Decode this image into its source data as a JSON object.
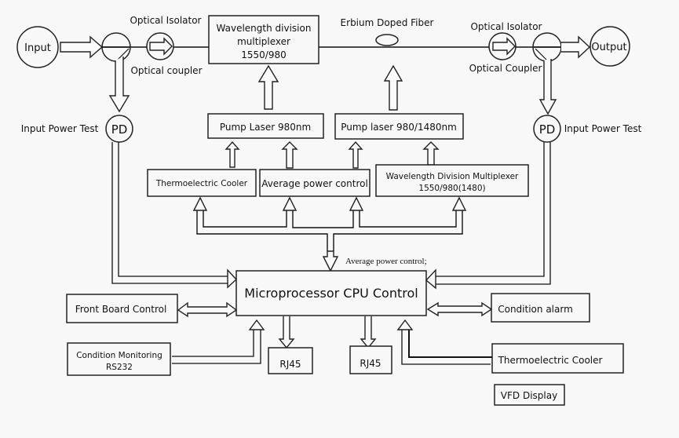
{
  "diagram": {
    "input_node": "Input",
    "output_node": "Output",
    "optical_isolator_left": "Optical Isolator",
    "optical_coupler_left": "Optical coupler",
    "optical_isolator_right": "Optical Isolator",
    "optical_coupler_right": "Optical Coupler",
    "wdm_top": [
      "Wavelength division",
      "multiplexer",
      "1550/980"
    ],
    "erbium_fiber": "Erbium Doped Fiber",
    "pd_left": "PD",
    "pd_right": "PD",
    "input_power_test_left": "Input Power Test",
    "input_power_test_right": "Input Power Test",
    "pump_laser_980": "Pump Laser 980nm",
    "pump_laser_980_1480": "Pump laser 980/1480nm",
    "thermoelectric_cooler_top": "Thermoelectric Cooler",
    "average_power_control_box": "Average power control",
    "wdm_mid": [
      "Wavelength Division Multiplexer",
      "1550/980(1480)"
    ],
    "average_power_control_label": "Average power control;",
    "cpu": "Microprocessor CPU Control",
    "front_board_control": "Front Board Control",
    "condition_alarm": "Condition alarm",
    "condition_monitoring": [
      "Condition Monitoring",
      "RS232"
    ],
    "rj45_left": "RJ45",
    "rj45_right": "RJ45",
    "thermoelectric_cooler_bottom": "Thermoelectric Cooler",
    "vfd_display": "VFD Display"
  }
}
